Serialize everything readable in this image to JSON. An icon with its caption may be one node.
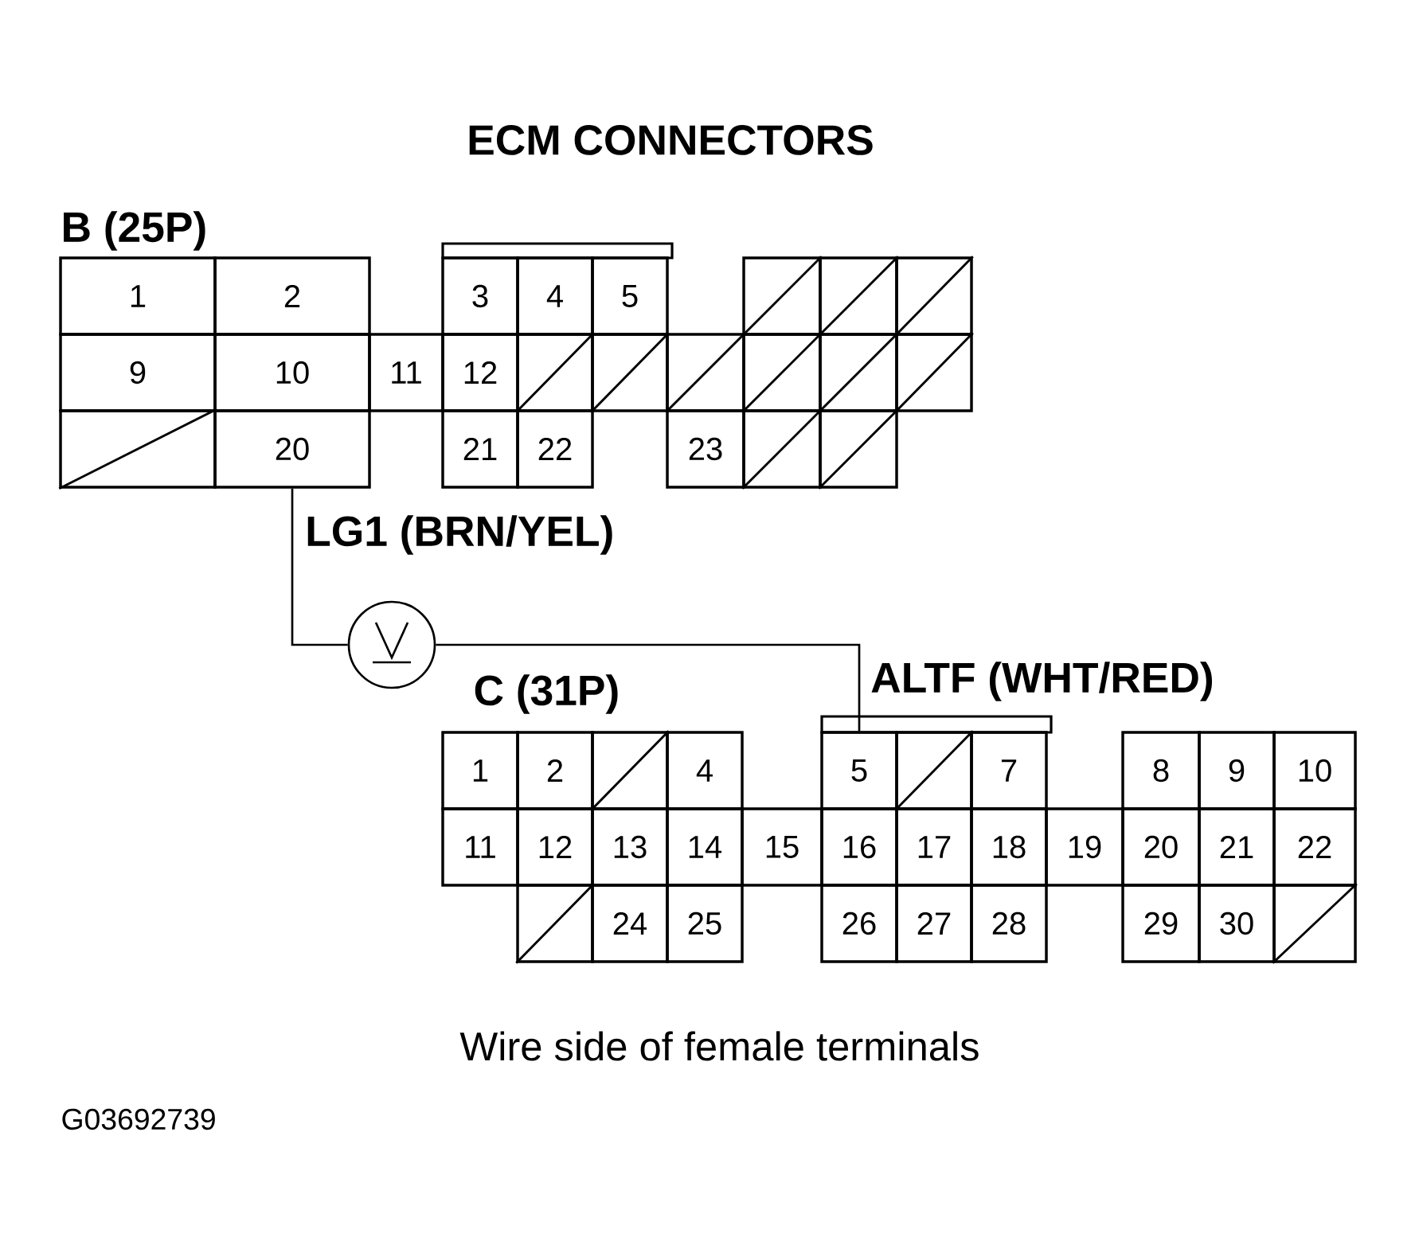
{
  "diagram": {
    "title": "ECM CONNECTORS",
    "caption": "Wire side of female terminals",
    "nodes": [
      {
        "text": [
          "1"
        ]
      },
      {
        "text": [
          "2"
        ]
      },
      {
        "text": [
          "3"
        ]
      },
      {
        "text": [
          "4"
        ]
      },
      {
        "text": [
          "5"
        ]
      },
      {
        "text": [],
        "shape": "box"
      },
      {
        "text": [],
        "shape": "box"
      },
      {
        "text": [],
        "shape": "box"
      },
      {
        "text": [
          "9"
        ]
      },
      {
        "text": [
          "10"
        ]
      },
      {
        "text": [
          "11"
        ]
      },
      {
        "text": [
          "12"
        ]
      },
      {
        "text": [],
        "shape": "box"
      },
      {
        "text": [],
        "shape": "box"
      },
      {
        "text": [],
        "shape": "box"
      },
      {
        "text": [],
        "shape": "box"
      },
      {
        "text": [],
        "shape": "box"
      },
      {
        "text": [],
        "shape": "box"
      },
      {
        "text": [],
        "shape": "box"
      },
      {
        "text": [
          "20"
        ]
      },
      {
        "text": [
          "21"
        ]
      },
      {
        "text": [
          "22"
        ]
      },
      {
        "text": [
          "23"
        ]
      },
      {
        "text": [],
        "shape": "box"
      },
      {
        "text": [],
        "shape": "box"
      },
      {
        "text": [],
        "shape": "circle"
      },
      {
        "text": [
          "1"
        ]
      },
      {
        "text": [
          "2"
        ]
      },
      {
        "text": [],
        "shape": "box"
      },
      {
        "text": [
          "4"
        ]
      },
      {
        "text": [
          "5"
        ]
      },
      {
        "text": [],
        "shape": "box"
      },
      {
        "text": [
          "7"
        ]
      },
      {
        "text": [
          "8"
        ]
      },
      {
        "text": [
          "9"
        ]
      },
      {
        "text": [
          "10"
        ]
      },
      {
        "text": [
          "11"
        ]
      },
      {
        "text": [
          "12"
        ]
      },
      {
        "text": [
          "13"
        ]
      },
      {
        "text": [
          "14"
        ]
      },
      {
        "text": [
          "15"
        ]
      },
      {
        "text": [
          "16"
        ]
      },
      {
        "text": [
          "17"
        ]
      },
      {
        "text": [
          "18"
        ]
      },
      {
        "text": [
          "19"
        ]
      },
      {
        "text": [
          "20"
        ]
      },
      {
        "text": [
          "21"
        ]
      },
      {
        "text": [
          "22"
        ]
      },
      {
        "text": [],
        "shape": "box"
      },
      {
        "text": [
          "24"
        ]
      },
      {
        "text": [
          "25"
        ]
      },
      {
        "text": [
          "26"
        ]
      },
      {
        "text": [
          "27"
        ]
      },
      {
        "text": [
          "28"
        ]
      },
      {
        "text": [
          "29"
        ]
      },
      {
        "text": [
          "30"
        ]
      },
      {
        "text": [],
        "shape": "box"
      }
    ],
    "edges": [
      {
        "from": 19,
        "to": 25,
        "arrow": "none",
        "label": "LG1 (BRN/YEL)"
      },
      {
        "from": 25,
        "to": 30,
        "arrow": "none",
        "label": "ALTF (WHT/RED)"
      }
    ],
    "labels": [
      "B (25P)",
      "C (31P)",
      "G03692739"
    ]
  }
}
